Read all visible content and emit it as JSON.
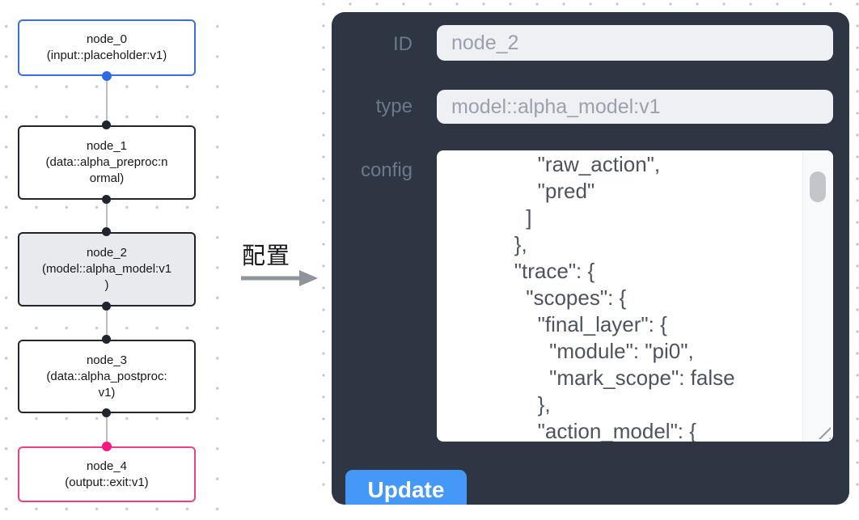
{
  "canvas": {
    "nodes": [
      {
        "id": "node_0",
        "subtitle": "(input::placeholder:v1)",
        "variant": "input"
      },
      {
        "id": "node_1",
        "subtitle": "(data::alpha_preproc:n\normal)",
        "variant": "default"
      },
      {
        "id": "node_2",
        "subtitle": "(model::alpha_model:v1\n)",
        "variant": "selected"
      },
      {
        "id": "node_3",
        "subtitle": "(data::alpha_postproc:\nv1)",
        "variant": "default"
      },
      {
        "id": "node_4",
        "subtitle": "(output::exit:v1)",
        "variant": "output"
      }
    ]
  },
  "transition": {
    "label": "配置",
    "arrow_icon": "arrow-right"
  },
  "panel": {
    "id_field": {
      "label": "ID",
      "value": "node_2"
    },
    "type_field": {
      "label": "type",
      "value": "model::alpha_model:v1"
    },
    "config_field": {
      "label": "config",
      "value": "            \"raw_action\",\n            \"pred\"\n          ]\n        },\n        \"trace\": {\n          \"scopes\": {\n            \"final_layer\": {\n              \"module\": \"pi0\",\n              \"mark_scope\": false\n            },\n            \"action_model\": {"
    },
    "update_button": "Update"
  },
  "colors": {
    "panel_bg": "#2e3644",
    "accent_blue": "#4498f8",
    "input_bg": "#eef0f4",
    "node_input_border": "#3a6fd8",
    "node_output_border": "#ee4087",
    "port_blue": "#2b6ae3",
    "port_pink": "#f7197f",
    "port_dark": "#20242e",
    "selected_node_bg": "#e9eaed"
  }
}
